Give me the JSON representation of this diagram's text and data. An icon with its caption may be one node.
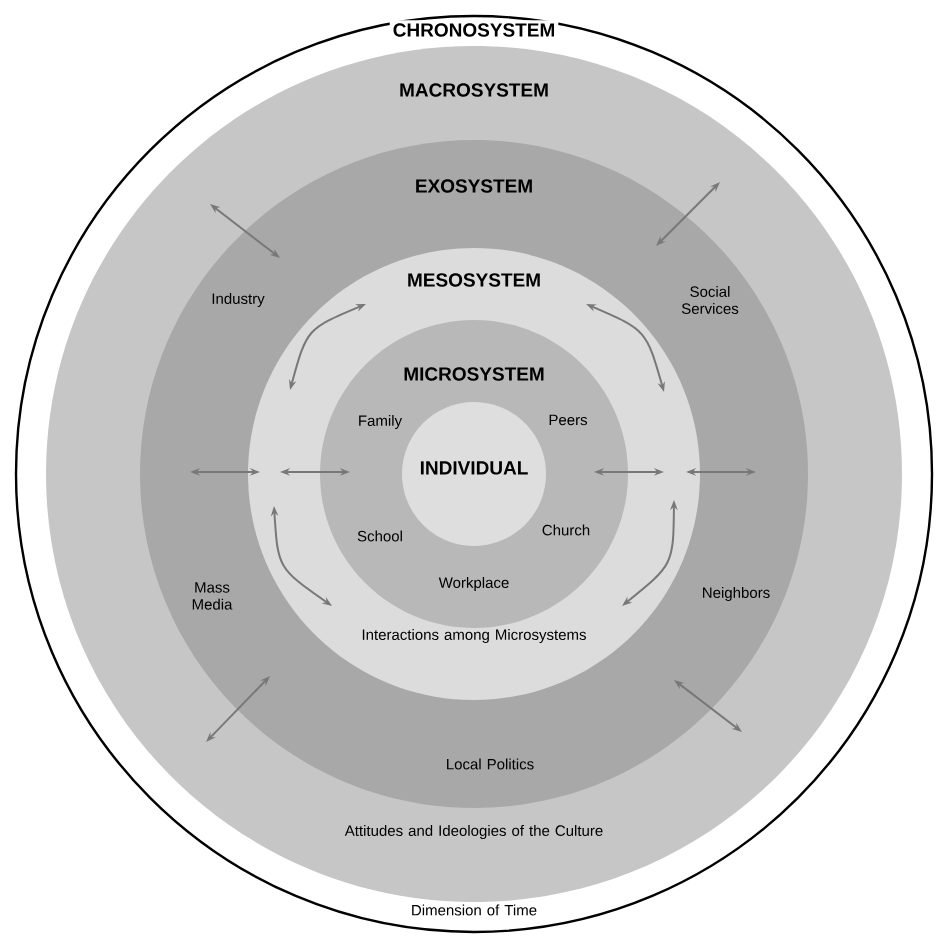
{
  "diagram": {
    "nodes": [
      {
        "text": [
          "CHRONOSYSTEM",
          "Dimension of Time"
        ]
      },
      {
        "text": [
          "MACROSYSTEM",
          "Attitudes and Ideologies of the Culture"
        ],
        "in": 0
      },
      {
        "text": [
          "EXOSYSTEM",
          "Industry",
          "Social Services",
          "Mass Media",
          "Neighbors",
          "Local Politics"
        ],
        "in": 1
      },
      {
        "text": [
          "MESOSYSTEM",
          "Interactions among Microsystems"
        ],
        "in": 2
      },
      {
        "text": [
          "MICROSYSTEM",
          "Family",
          "Peers",
          "School",
          "Church",
          "Workplace"
        ],
        "in": 3
      },
      {
        "text": [
          "INDIVIDUAL"
        ],
        "in": 4
      }
    ]
  }
}
